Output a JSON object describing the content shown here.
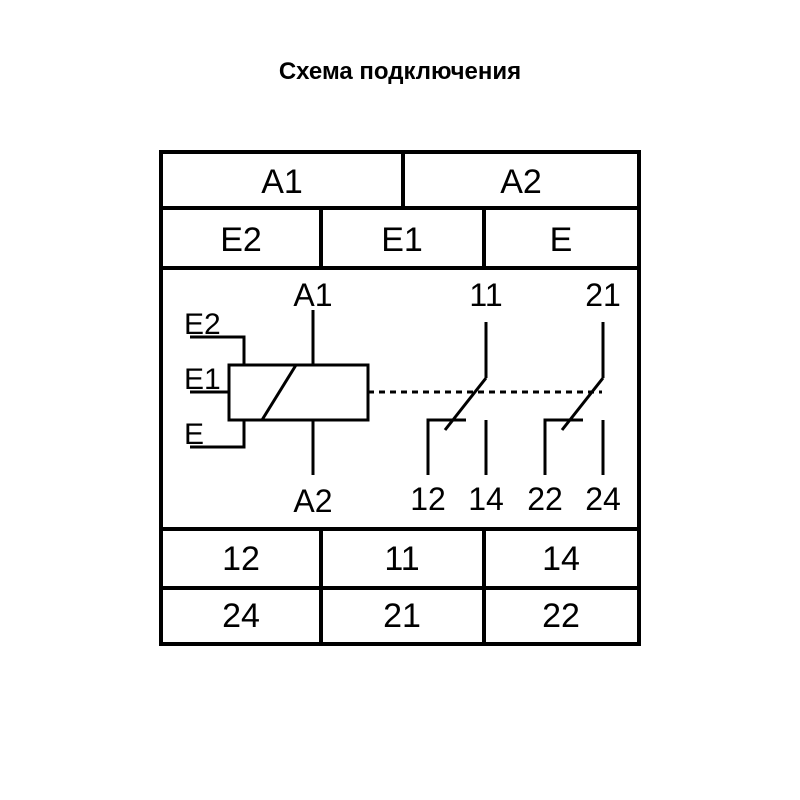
{
  "title": "Схема подключения",
  "terminals_top": {
    "row1": [
      "A1",
      "A2"
    ],
    "row2": [
      "E2",
      "E1",
      "E"
    ]
  },
  "terminals_bottom": {
    "row1": [
      "12",
      "11",
      "14"
    ],
    "row2": [
      "24",
      "21",
      "22"
    ]
  },
  "schematic": {
    "coil": {
      "top_label": "A1",
      "bottom_label": "A2"
    },
    "side_inputs": [
      "E2",
      "E1",
      "E"
    ],
    "contact_1": {
      "common": "11",
      "nc": "12",
      "no": "14"
    },
    "contact_2": {
      "common": "21",
      "nc": "22",
      "no": "24"
    }
  }
}
